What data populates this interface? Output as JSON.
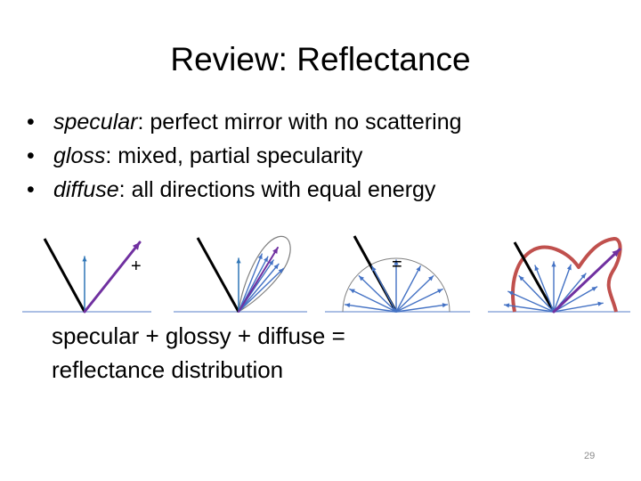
{
  "slide": {
    "title": "Review: Reflectance",
    "bullets": [
      {
        "marker": "•",
        "term": "specular",
        "text": ": perfect mirror with no scattering"
      },
      {
        "marker": "•",
        "term": "gloss",
        "text": ": mixed, partial specularity"
      },
      {
        "marker": "•",
        "term": "diffuse",
        "text": ": all directions with equal energy"
      }
    ],
    "operators": {
      "plus": "+",
      "equals": "="
    },
    "caption": {
      "line1": "specular + glossy + diffuse =",
      "line2": "reflectance distribution"
    },
    "page_number": "29"
  },
  "colors": {
    "incident_ray": "#000000",
    "specular_ray": "#7030a0",
    "scatter_ray": "#4472c4",
    "normal": "#2e75b6",
    "surface": "#8faadc",
    "lobe_outline": "#7f7f7f",
    "combined_lobe": "#c0504d"
  }
}
